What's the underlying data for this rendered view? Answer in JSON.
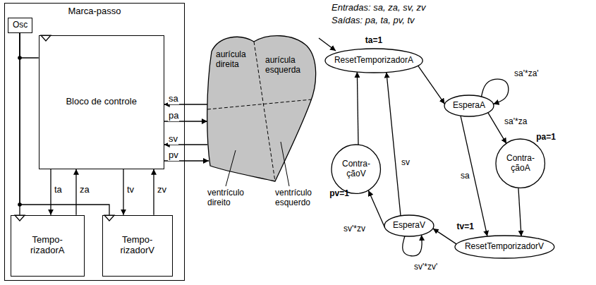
{
  "diagram": {
    "nodes": [
      {
        "text": [
          "Marca-passo"
        ]
      },
      {
        "text": [
          "Osc"
        ],
        "in": 0
      },
      {
        "text": [
          "Bloco de controle"
        ],
        "in": 0
      },
      {
        "text": [
          "Tempo- rizadorA"
        ],
        "in": 0
      },
      {
        "text": [
          "Tempo- rizadorV"
        ],
        "in": 0
      },
      {
        "text": [
          "aurícula direita",
          "aurícula esquerda",
          "ventrículo direito",
          "ventrículo esquerdo"
        ]
      },
      {
        "text": [
          "ta=1",
          "ResetTemporizadorA"
        ]
      },
      {
        "text": [
          "EsperaA"
        ]
      },
      {
        "text": [
          "Contra- çãoA",
          "pa=1"
        ]
      },
      {
        "text": [
          "tv=1",
          "ResetTemporizadorV"
        ]
      },
      {
        "text": [
          "EsperaV"
        ]
      },
      {
        "text": [
          "Contra- çãoV",
          "pv=1"
        ]
      }
    ],
    "edges": [
      {
        "from": 5,
        "to": 2,
        "label": "sa",
        "arrow": "to"
      },
      {
        "from": 2,
        "to": 5,
        "label": "pa",
        "arrow": "to"
      },
      {
        "from": 5,
        "to": 2,
        "label": "sv",
        "arrow": "to"
      },
      {
        "from": 2,
        "to": 5,
        "label": "pv",
        "arrow": "to"
      },
      {
        "from": 2,
        "to": 3,
        "label": "ta",
        "arrow": "to"
      },
      {
        "from": 3,
        "to": 2,
        "label": "za",
        "arrow": "to"
      },
      {
        "from": 2,
        "to": 4,
        "label": "tv",
        "arrow": "to"
      },
      {
        "from": 4,
        "to": 2,
        "label": "zv",
        "arrow": "to"
      },
      {
        "from": 1,
        "to": 2,
        "arrow": "none"
      },
      {
        "from": 1,
        "to": 3,
        "arrow": "none"
      },
      {
        "from": 1,
        "to": 4,
        "arrow": "none"
      },
      {
        "from": 6,
        "to": 7,
        "arrow": "to"
      },
      {
        "from": 7,
        "to": 7,
        "label": "sa'*za'",
        "arrow": "to"
      },
      {
        "from": 7,
        "to": 8,
        "label": "sa'*za",
        "arrow": "to"
      },
      {
        "from": 7,
        "to": 9,
        "label": "sa",
        "arrow": "to"
      },
      {
        "from": 8,
        "to": 9,
        "arrow": "to"
      },
      {
        "from": 9,
        "to": 10,
        "arrow": "to"
      },
      {
        "from": 10,
        "to": 10,
        "label": "sv'*zv'",
        "arrow": "to"
      },
      {
        "from": 10,
        "to": 11,
        "label": "sv'*zv",
        "arrow": "to"
      },
      {
        "from": 10,
        "to": 6,
        "label": "sv",
        "arrow": "to"
      },
      {
        "from": 11,
        "to": 6,
        "arrow": "to"
      }
    ],
    "labels": [
      "Entradas: sa, za, sv, zv",
      "Saídas: pa, ta, pv, tv"
    ]
  }
}
